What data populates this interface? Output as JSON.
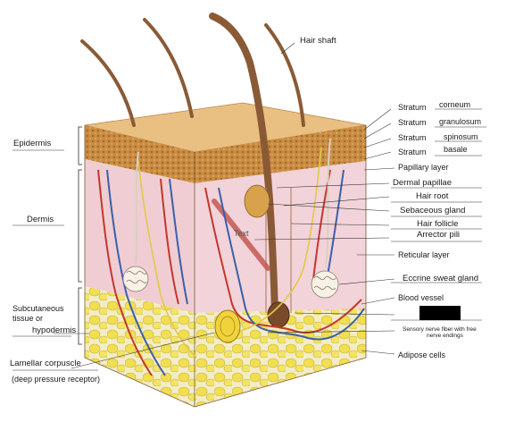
{
  "labels": {
    "hair_shaft": "Hair shaft",
    "stratum_prefix": "Stratum",
    "corneum": "corneum",
    "granulosum": "granulosum",
    "spinosum": "spinosum",
    "basale": "basale",
    "papillary_layer": "Papillary layer",
    "dermal_papillae": "Dermal papillae",
    "hair_root": "Hair root",
    "sebaceous_gland": "Sebaceous gland",
    "hair_follicle": "Hair follicle",
    "arrector_pili": "Arrector pili",
    "reticular_layer": "Reticular layer",
    "eccrine_sweat_gland": "Eccrine sweat gland",
    "blood_vessel": "Blood vessel",
    "sensory_nerve_line1": "Sensory nerve fiber with free",
    "sensory_nerve_line2": "nerve endings",
    "adipose_cells": "Adipose cells",
    "epidermis": "Epidermis",
    "dermis": "Dermis",
    "subcutaneous_line1": "Subcutaneous",
    "subcutaneous_line2": "tissue or",
    "hypodermis": "hypodermis",
    "lamellar_corpuscle": "Lamellar corpuscle",
    "deep_pressure": "(deep pressure receptor)",
    "text_overlay": "Text"
  },
  "colors": {
    "epidermis_top": "#e8b97a",
    "epidermis_layer": "#c8893f",
    "dermis": "#efcfd6",
    "hypodermis": "#f1e6c8",
    "fat": "#f2e25a",
    "artery": "#c4372c",
    "vein": "#3d5fa8",
    "nerve": "#e2c84a",
    "hair": "#8a5a36"
  }
}
